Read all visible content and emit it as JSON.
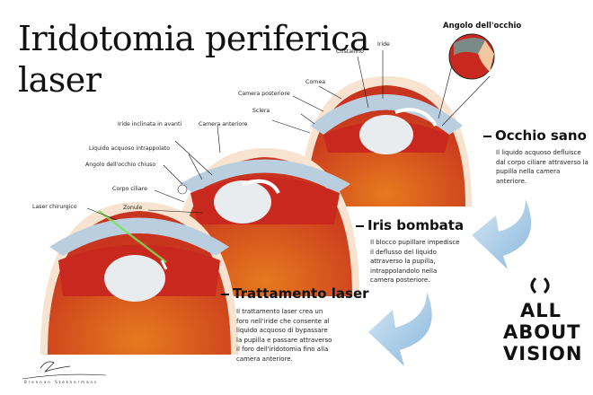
{
  "title": {
    "line1": "Iridotomia periferica",
    "line2": "laser"
  },
  "callouts": {
    "angle_title": "Angolo dell'occhio",
    "healthy": [
      "Cristallino",
      "Iride",
      "Cornea",
      "Camera posteriore",
      "Sclera",
      "Camera anteriore"
    ],
    "bombe": [
      "Iride inclinata in avanti",
      "Liquido acquoso intrappolato",
      "Angolo dell'occhio chiuso",
      "Corpo ciliare",
      "Zonule"
    ],
    "laser": [
      "Laser chirurgico"
    ]
  },
  "sections": [
    {
      "heading": "Occhio sano",
      "text": "Il liquido acquoso defluisce dal corpo ciliare attraverso la pupilla nella camera anteriore."
    },
    {
      "heading": "Iris bombata",
      "text": "Il blocco pupillare impedisce il deflusso del liquido attraverso la pupilla, intrappolandolo nella camera posteriore."
    },
    {
      "heading": "Trattamento laser",
      "text": "Il trattamento laser crea un foro nell'iride che consente al liquido acquoso di bypassare la pupilla e passare attraverso il foro dell'iridotomia fino alla camera anteriore."
    }
  ],
  "logo": {
    "line1": "ALL",
    "line2": "ABOUT",
    "line3": "VISION"
  },
  "signature": "Brennan Stokkermans",
  "colors": {
    "tissue": "#c8281e",
    "lens": "#e8ecef",
    "arrow": "#a9cde6",
    "cornea": "#b9cfe0"
  }
}
